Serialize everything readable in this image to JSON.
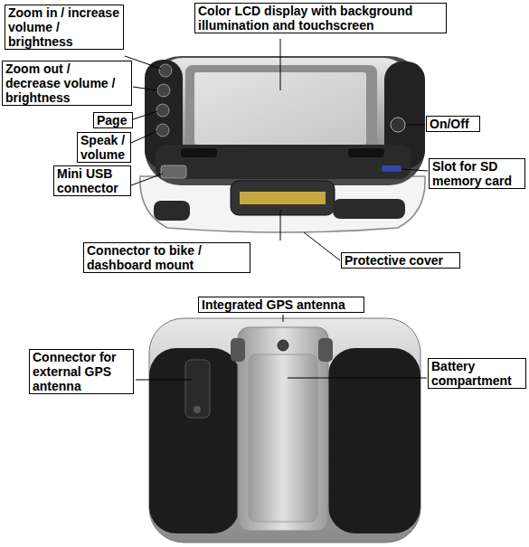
{
  "diagram": {
    "nodes": [
      {
        "text": [
          "Zoom in / increase volume / brightness"
        ]
      },
      {
        "text": [
          "Color LCD display with background illumination and touchscreen"
        ]
      },
      {
        "text": [
          "Zoom out / decrease volume / brightness"
        ]
      },
      {
        "text": [
          "Page"
        ]
      },
      {
        "text": [
          "Speak / volume"
        ]
      },
      {
        "text": [
          "On/Off"
        ]
      },
      {
        "text": [
          "Mini USB connector"
        ]
      },
      {
        "text": [
          "Slot for SD memory card"
        ]
      },
      {
        "text": [
          "Connector to bike / dashboard mount"
        ]
      },
      {
        "text": [
          "Protective cover"
        ]
      },
      {
        "text": [
          "Integrated GPS antenna"
        ]
      },
      {
        "text": [
          "Connector for external GPS antenna"
        ]
      },
      {
        "text": [
          "Battery compartment"
        ]
      }
    ]
  }
}
